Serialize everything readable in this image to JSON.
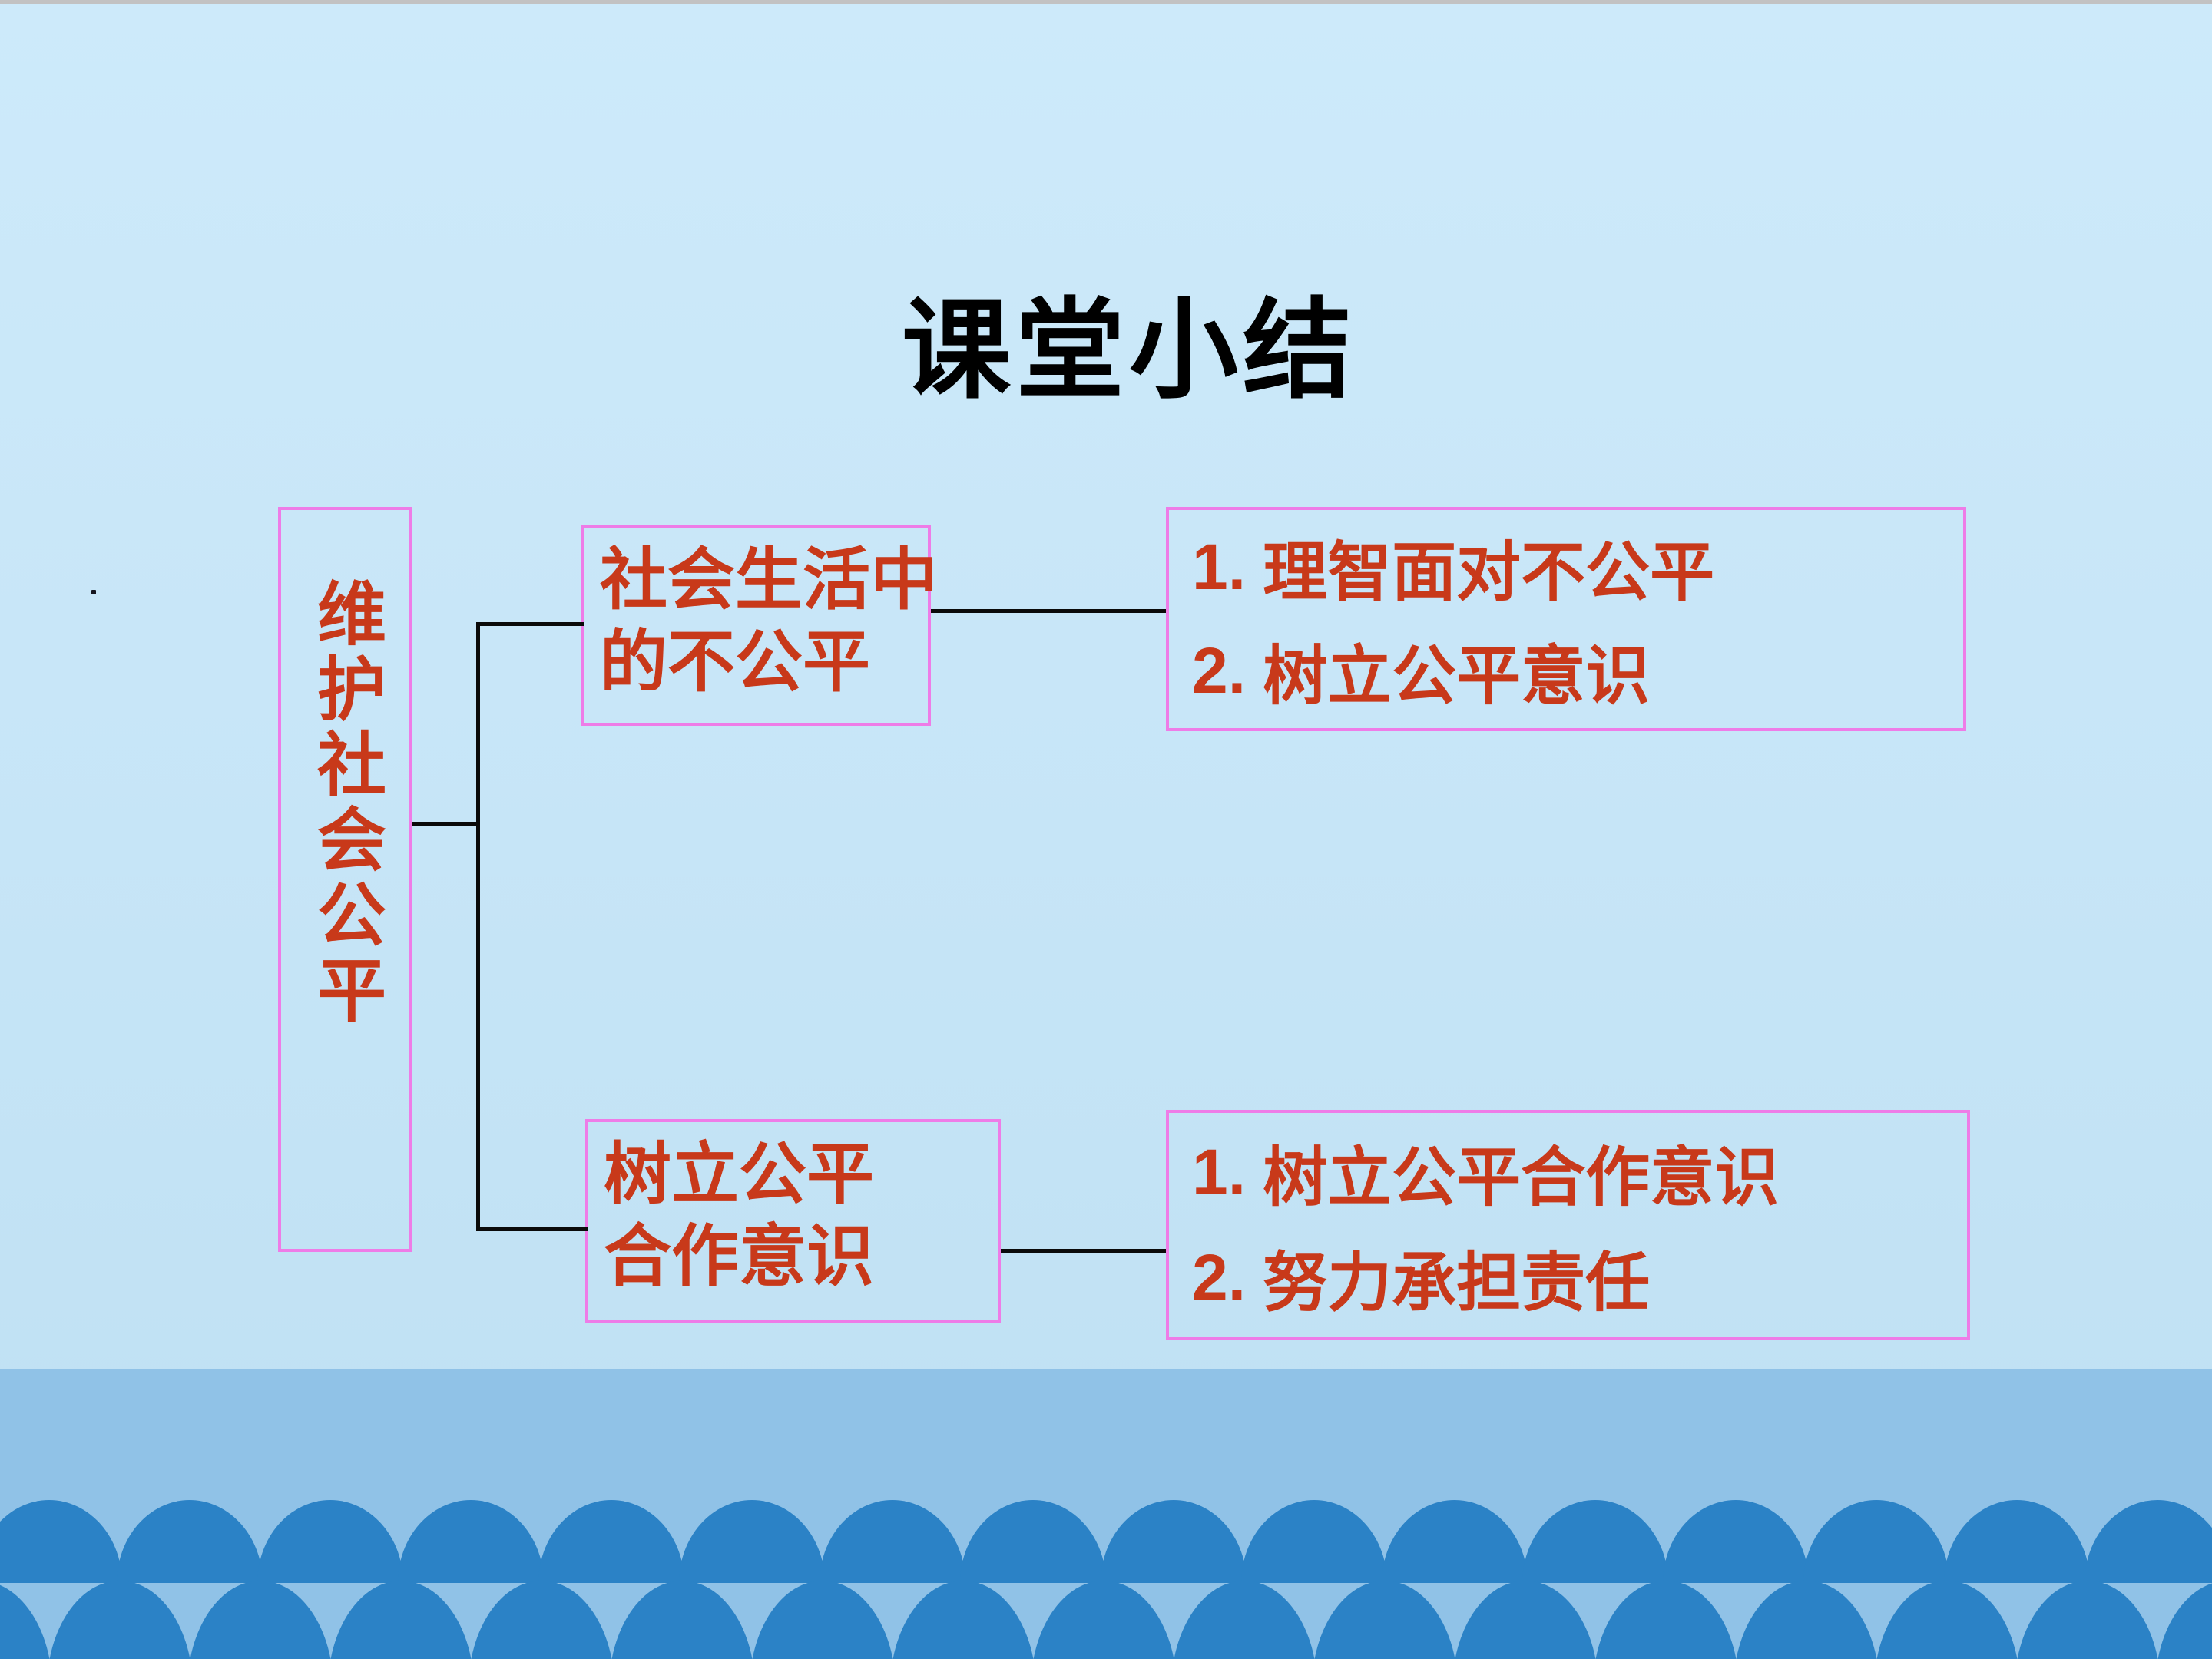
{
  "slide": {
    "title": "课堂小结"
  },
  "diagram": {
    "root": {
      "label": "维护社会公平"
    },
    "branches": [
      {
        "node_lines": [
          "社会生活中",
          "的不公平"
        ],
        "details": [
          {
            "num": "1.",
            "text": "理智面对不公平"
          },
          {
            "num": "2.",
            "text": "树立公平意识"
          }
        ]
      },
      {
        "node_lines": [
          "树立公平",
          "合作意识"
        ],
        "details": [
          {
            "num": "1.",
            "text": "树立公平合作意识"
          },
          {
            "num": "2.",
            "text": "努力承担责任"
          }
        ]
      }
    ]
  },
  "colors": {
    "background_light_blue": "#c8e6f8",
    "box_border_pink": "#ee7ce7",
    "text_red": "#c8391a",
    "title_black": "#000000",
    "connector_black": "#0a0a0a",
    "footer_band_blue": "#90c2e7",
    "footer_dome_blue": "#2b82c6",
    "top_strip_gray": "#c2c2c2"
  }
}
